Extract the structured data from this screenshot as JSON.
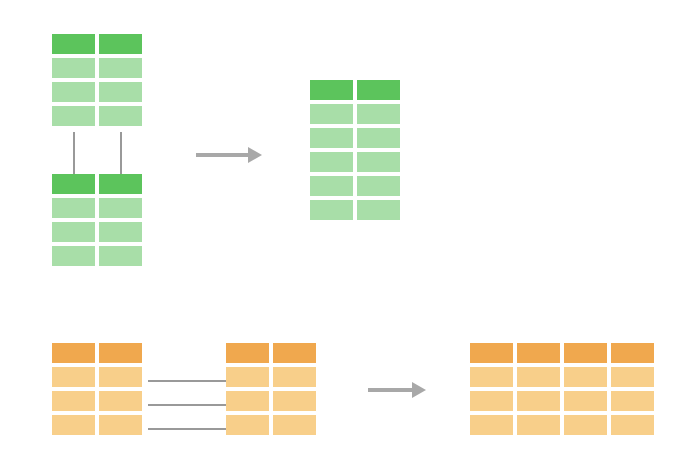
{
  "diagram": {
    "row_bind": {
      "title": "",
      "description": ""
    },
    "column_bind": {
      "title": "",
      "description": ""
    },
    "colors": {
      "green_header": "#5cc45c",
      "green_body": "#a8dea8",
      "orange_header": "#f0a84e",
      "orange_body": "#f8cf8a",
      "connector": "#999999",
      "arrow": "#a8a8a8",
      "background": "#ffffff"
    },
    "icons": {
      "arrow": "right-arrow-icon",
      "connector": "link-line"
    },
    "tables": {
      "row_input_top": {
        "columns": 2,
        "body_rows": 3
      },
      "row_input_bottom": {
        "columns": 2,
        "body_rows": 3
      },
      "row_result": {
        "columns": 2,
        "body_rows": 5
      },
      "column_input_left": {
        "columns": 2,
        "body_rows": 3
      },
      "column_input_right": {
        "columns": 2,
        "body_rows": 3
      },
      "column_result": {
        "columns": 4,
        "body_rows": 3
      }
    }
  }
}
